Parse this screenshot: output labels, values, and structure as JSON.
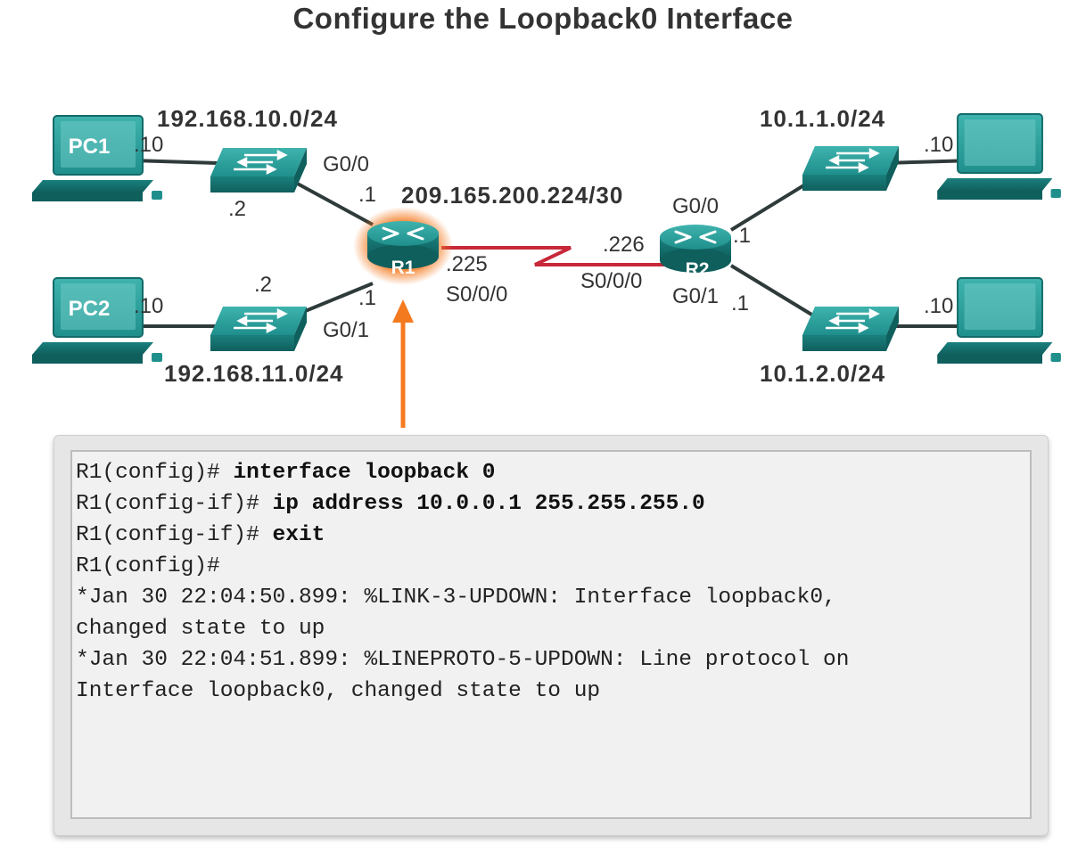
{
  "title": "Configure the Loopback0 Interface",
  "colors": {
    "device_teal": "#1f8f8c",
    "device_teal_dark": "#136b69",
    "serial_link": "#c8283a",
    "highlight_orange": "#f47a20",
    "cable": "#2f3a3a"
  },
  "topology": {
    "pc1": {
      "label": "PC1",
      "host": ".10",
      "icon": "pc-icon"
    },
    "pc2": {
      "label": "PC2",
      "host": ".10",
      "icon": "pc-icon"
    },
    "pc3": {
      "host": ".10",
      "icon": "pc-icon"
    },
    "pc4": {
      "host": ".10",
      "icon": "pc-icon"
    },
    "lan1": {
      "network": "192.168.10.0/24",
      "switch_host": ".2"
    },
    "lan2": {
      "network": "192.168.11.0/24",
      "switch_host": ".2"
    },
    "lan3": {
      "network": "10.1.1.0/24"
    },
    "lan4": {
      "network": "10.1.2.0/24"
    },
    "r1": {
      "label": "R1",
      "g00": {
        "name": "G0/0",
        "host": ".1"
      },
      "g01": {
        "name": "G0/1",
        "host": ".1"
      },
      "s000": {
        "name": "S0/0/0",
        "host": ".225"
      }
    },
    "r2": {
      "label": "R2",
      "g00": {
        "name": "G0/0",
        "host": ".1"
      },
      "g01": {
        "name": "G0/1",
        "host": ".1"
      },
      "s000": {
        "name": "S0/0/0",
        "host": ".226"
      }
    },
    "wan": {
      "network": "209.165.200.224/30"
    }
  },
  "console": {
    "lines": [
      {
        "prompt": "R1(config)# ",
        "command": "interface loopback 0"
      },
      {
        "prompt": "R1(config-if)# ",
        "command": "ip address 10.0.0.1 255.255.255.0"
      },
      {
        "prompt": "R1(config-if)# ",
        "command": "exit"
      },
      {
        "prompt": "R1(config)#",
        "command": ""
      },
      {
        "prompt": "*Jan 30 22:04:50.899: %LINK-3-UPDOWN: Interface loopback0,",
        "command": ""
      },
      {
        "prompt": "changed state to up",
        "command": ""
      },
      {
        "prompt": "*Jan 30 22:04:51.899: %LINEPROTO-5-UPDOWN: Line protocol on",
        "command": ""
      },
      {
        "prompt": "Interface loopback0, changed state to up",
        "command": ""
      }
    ]
  }
}
